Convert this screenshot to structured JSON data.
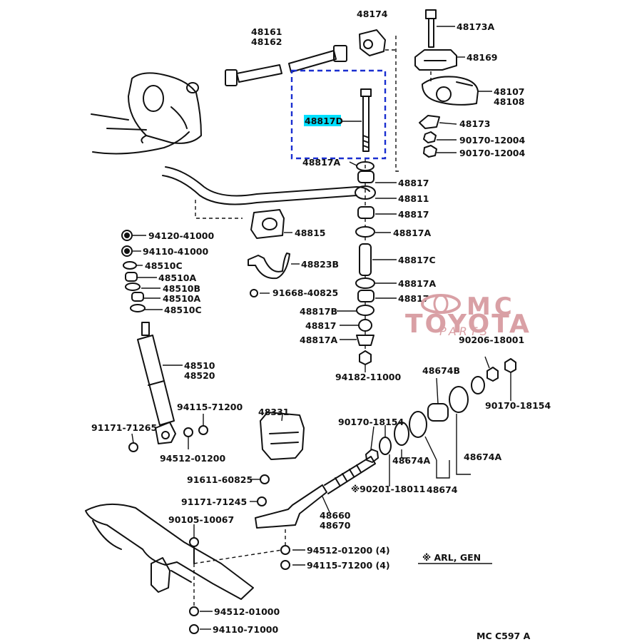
{
  "labels": {
    "p48161": "48161",
    "p48162": "48162",
    "p48174": "48174",
    "p48173A": "48173A",
    "p48169": "48169",
    "p48107": "48107",
    "p48108": "48108",
    "p48817D": "48817D",
    "p48173": "48173",
    "p90170_12004a": "90170-12004",
    "p90170_12004b": "90170-12004",
    "p48817A_top": "48817A",
    "p48817_a": "48817",
    "p48811": "48811",
    "p48817_b": "48817",
    "p48815": "48815",
    "p48817A_b": "48817A",
    "p48817C": "48817C",
    "p48817A_c": "48817A",
    "p48817_c": "48817",
    "p48817B": "48817B",
    "p48817_d": "48817",
    "p48817A_d": "48817A",
    "p48823B": "48823B",
    "p91668_40825": "91668-40825",
    "p94120_41000": "94120-41000",
    "p94110_41000": "94110-41000",
    "p48510C_a": "48510C",
    "p48510A_a": "48510A",
    "p48510B": "48510B",
    "p48510A_b": "48510A",
    "p48510C_b": "48510C",
    "p48510": "48510",
    "p48520": "48520",
    "p94115_71200": "94115-71200",
    "p91171_71265": "91171-71265",
    "p94512_01200": "94512-01200",
    "p48331": "48331",
    "p91611_60825": "91611-60825",
    "p91171_71245": "91171-71245",
    "p90105_10067": "90105-10067",
    "p94182_11000": "94182-11000",
    "p90206_18001": "90206-18001",
    "p48674B": "48674B",
    "p90170_18154a": "90170-18154",
    "p90170_18154b": "90170-18154",
    "p48674A_a": "48674A",
    "p48674A_b": "48674A",
    "p48674": "48674",
    "p90201_18011": "※90201-18011",
    "p48660": "48660",
    "p48670": "48670",
    "p94512_01200_4": "94512-01200 (4)",
    "p94115_71200_4": "94115-71200 (4)",
    "p94512_01000": "94512-01000",
    "p94110_71000": "94110-71000",
    "note": "※ ARL, GEN",
    "code": "MC  C597 A"
  },
  "watermark": {
    "line1": "MC",
    "line2": "TOYOTA",
    "line3": "PARTS"
  },
  "highlight": {
    "part": "48817D",
    "box_color": "#1a2fd0",
    "label_color": "#00e0ff",
    "watermark_color": "#d9a0a5"
  }
}
